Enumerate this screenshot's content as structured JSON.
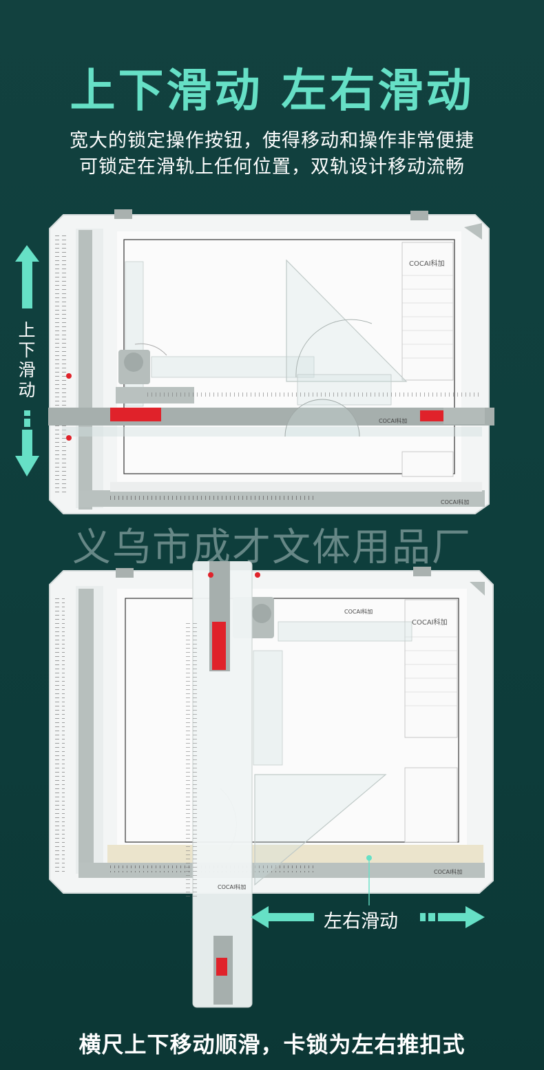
{
  "header": {
    "title": "上下滑动 左右滑动",
    "line1": "宽大的锁定操作按钮，使得移动和操作非常便捷",
    "line2": "可锁定在滑轨上任何位置，双轨设计移动流畅"
  },
  "vertical_label": [
    "上",
    "下",
    "滑",
    "动"
  ],
  "horizontal_label": "左右滑动",
  "watermark": "义乌市成才文体用品厂",
  "footer": "横尺上下移动顺滑，卡锁为左右推扣式",
  "brand": "COCAI科加",
  "colors": {
    "accent": "#66e0c6",
    "lock_red": "#e0222a",
    "board": "#f4f6f6",
    "slider_gray": "#a6afad"
  }
}
